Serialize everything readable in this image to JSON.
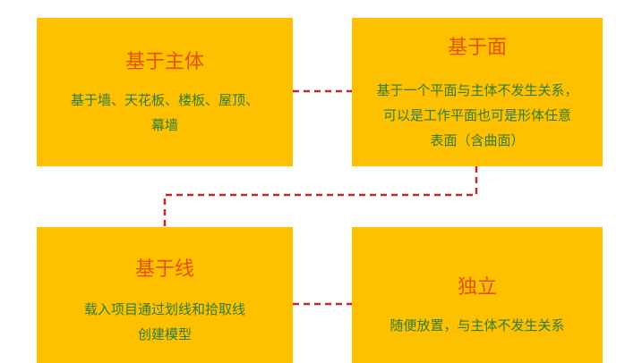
{
  "diagram": {
    "colors": {
      "box_fill": "#FFC000",
      "title_text": "#E65100",
      "desc_text": "#2E7D32",
      "connector": "#C62828"
    },
    "boxes": {
      "host": {
        "title": "基于主体",
        "desc_line1": "基于墙、天花板、楼板、屋顶、",
        "desc_line2": "幕墙"
      },
      "face": {
        "title": "基于面",
        "desc_line1": "基于一个平面与主体不发生关系，",
        "desc_line2": "可以是工作平面也可是形体任意",
        "desc_line3": "表面（含曲面）"
      },
      "line": {
        "title": "基于线",
        "desc_line1": "载入项目通过划线和拾取线",
        "desc_line2": "创建模型"
      },
      "standalone": {
        "title": "独立",
        "desc_line1": "随便放置，与主体不发生关系"
      }
    }
  }
}
